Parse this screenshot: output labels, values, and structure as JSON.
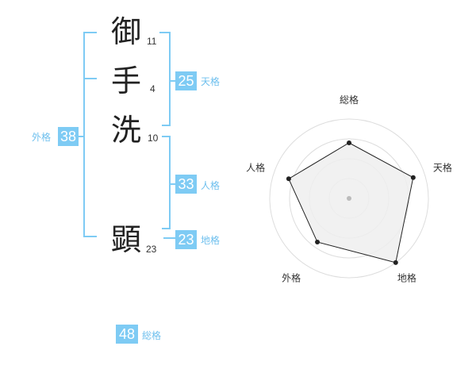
{
  "name": {
    "chars": [
      {
        "char": "御",
        "strokes": "11"
      },
      {
        "char": "手",
        "strokes": "4"
      },
      {
        "char": "洗",
        "strokes": "10"
      },
      {
        "char": "顕",
        "strokes": "23"
      }
    ]
  },
  "kaku": {
    "tenkaku": {
      "value": "25",
      "label": "天格"
    },
    "jinkaku": {
      "value": "33",
      "label": "人格"
    },
    "chikaku": {
      "value": "23",
      "label": "地格"
    },
    "gaikaku": {
      "value": "38",
      "label": "外格"
    },
    "soukaku": {
      "value": "48",
      "label": "総格"
    }
  },
  "colors": {
    "accent": "#7ecbf4",
    "label": "#6fc0ee",
    "radar_fill": "#efefef",
    "grid": "#dddddd"
  },
  "chart_data": {
    "type": "radar",
    "axes": [
      "総格",
      "天格",
      "地格",
      "外格",
      "人格"
    ],
    "values": [
      0.7,
      0.85,
      1.0,
      0.68,
      0.8
    ],
    "range": [
      0,
      1
    ],
    "grid_rings": 4
  }
}
